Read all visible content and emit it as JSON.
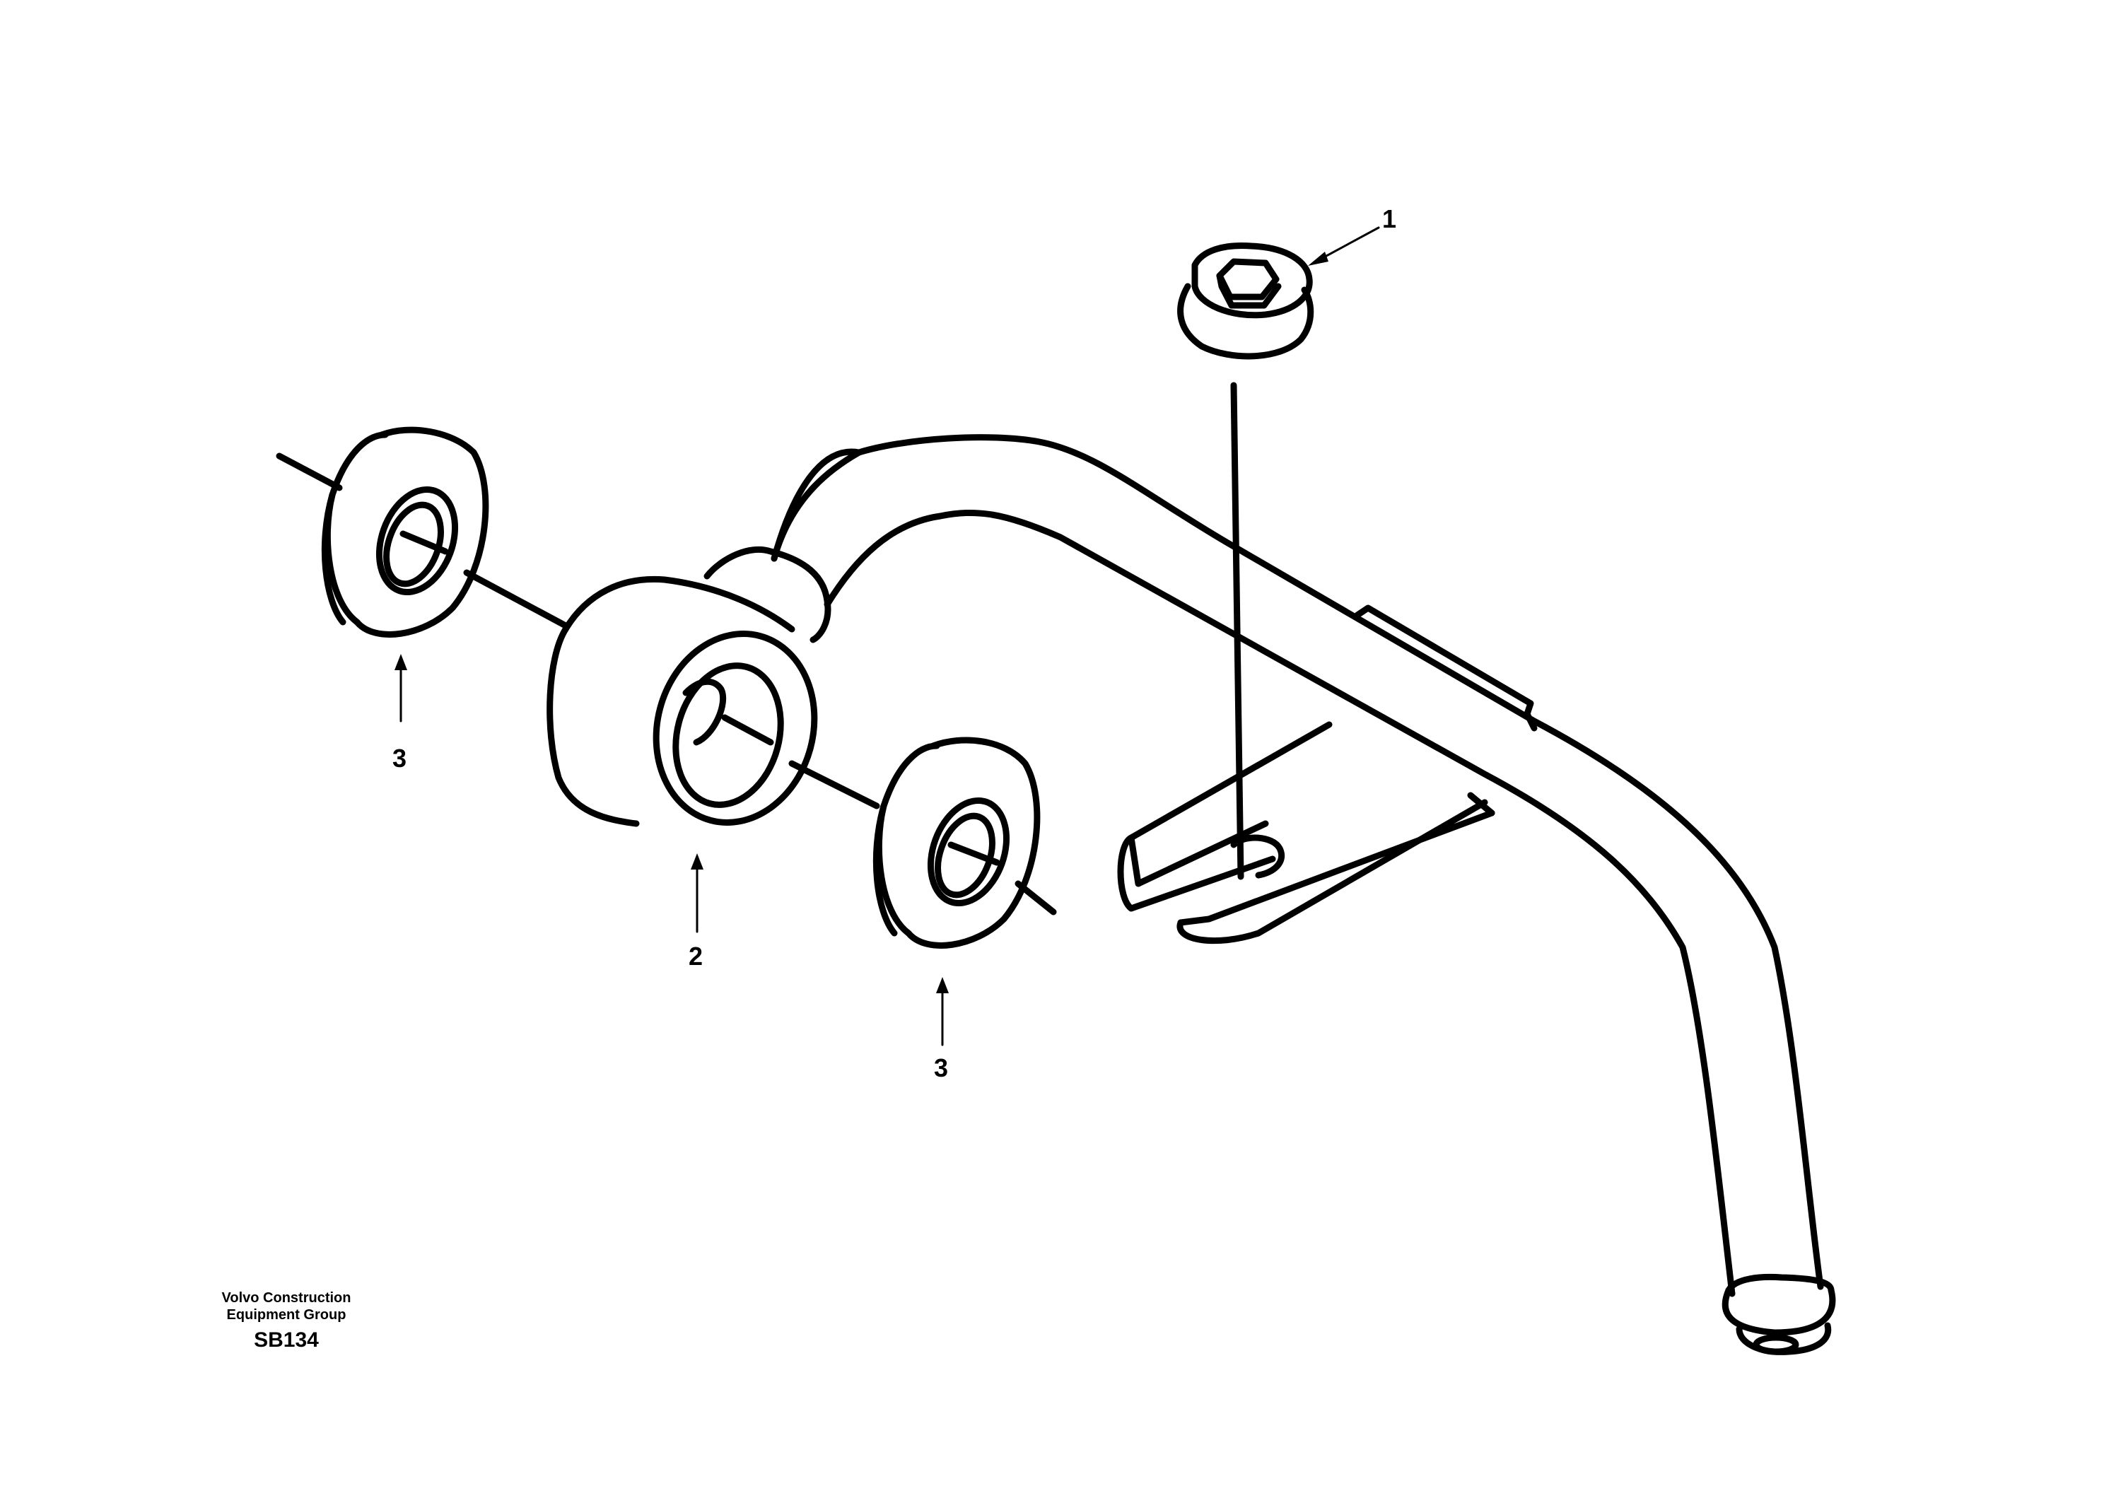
{
  "callouts": {
    "nut": "1",
    "banjo_fitting": "2",
    "washer_left": "3",
    "washer_right": "3"
  },
  "footer": {
    "company_line1": "Volvo Construction",
    "company_line2": "Equipment Group",
    "drawing_code": "SB134"
  }
}
